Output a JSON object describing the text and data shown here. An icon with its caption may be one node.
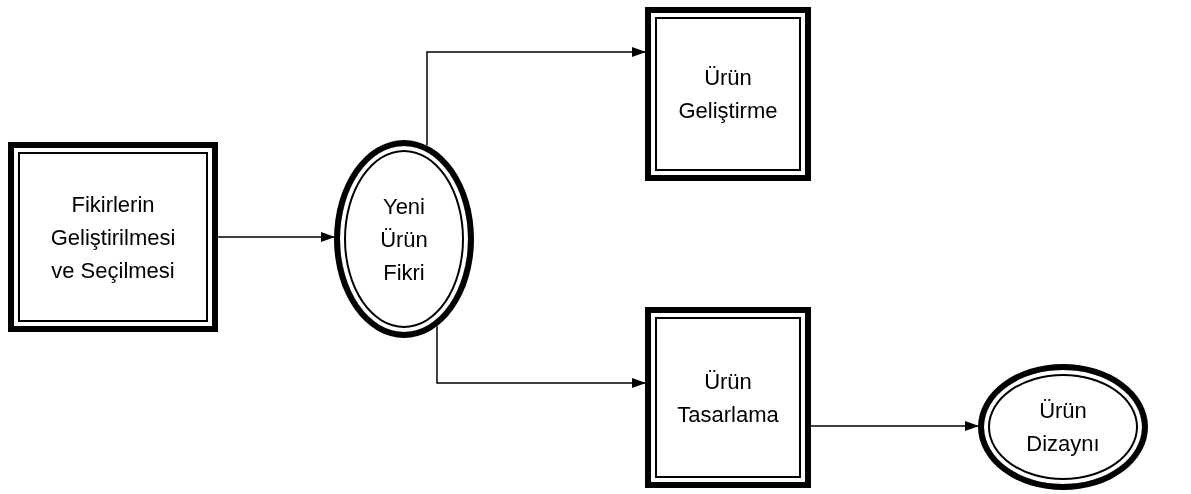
{
  "diagram": {
    "nodes": [
      {
        "text": [
          "Fikirlerin Geliştirilmesi ve Seçilmesi"
        ]
      },
      {
        "text": [
          "Yeni Ürün Fikri"
        ]
      },
      {
        "text": [
          "Ürün Geliştirme"
        ]
      },
      {
        "text": [
          "Ürün Tasarlama"
        ]
      },
      {
        "text": [
          "Ürün Dizaynı"
        ]
      }
    ],
    "edges": [
      {
        "from": 0,
        "to": 1,
        "arrow": "to"
      },
      {
        "from": 1,
        "to": 2,
        "arrow": "to"
      },
      {
        "from": 1,
        "to": 3,
        "arrow": "to"
      },
      {
        "from": 3,
        "to": 4,
        "arrow": "to"
      }
    ]
  }
}
